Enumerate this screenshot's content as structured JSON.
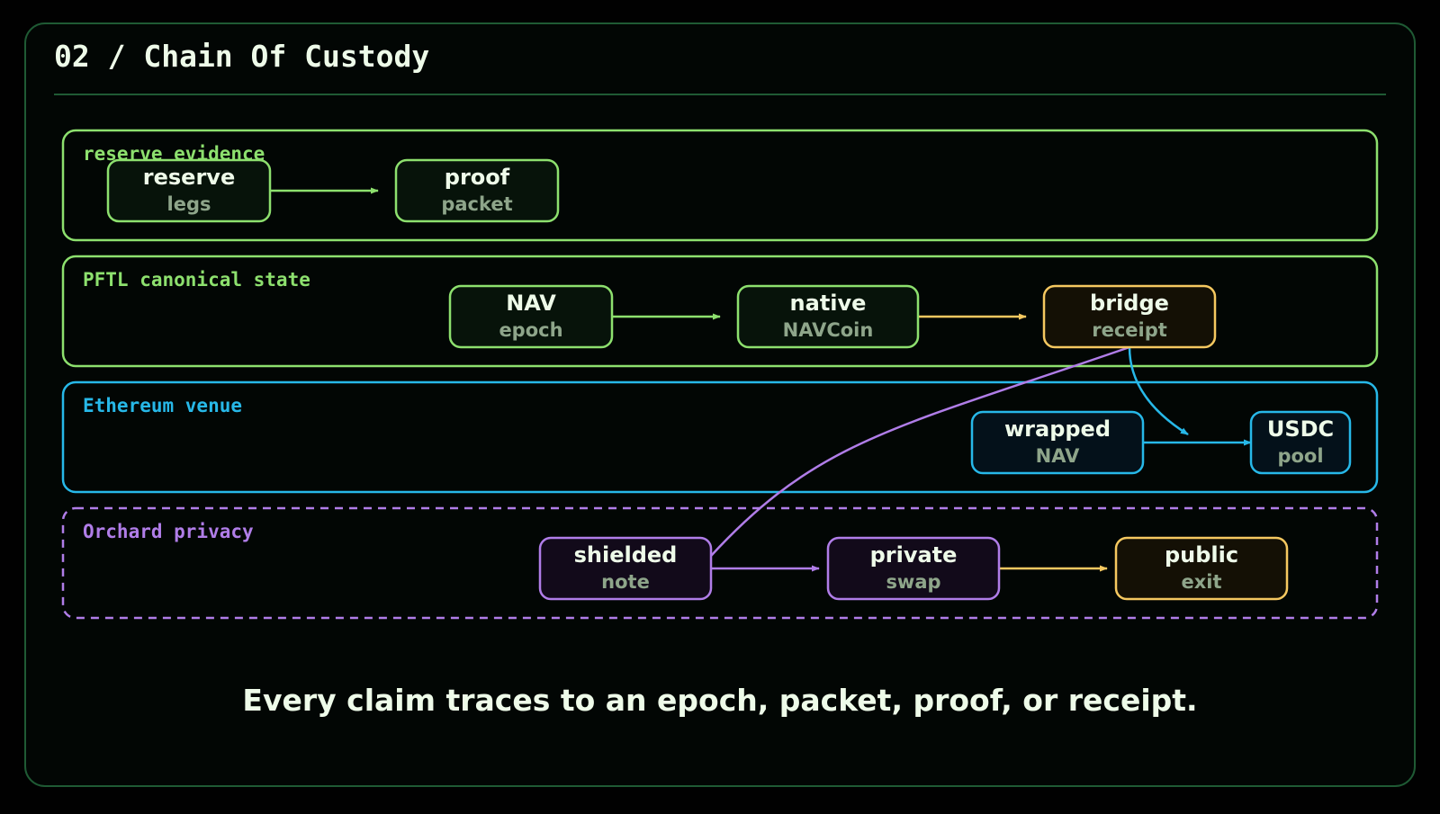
{
  "title": "02 / Chain Of Custody",
  "footer": "Every claim traces to an epoch, packet, proof, or receipt.",
  "colors": {
    "background": "#010101",
    "panel": "#020604",
    "panel_border": "#1f5a34",
    "title": "#eefbe9",
    "green": "#8de06e",
    "cyan": "#27b8e8",
    "purple": "#b07de8",
    "yellow": "#f5c860",
    "node_text": "#eefbe9",
    "node_subtext": "#8ea58a"
  },
  "lanes": [
    {
      "id": "reserve",
      "label": "reserve evidence",
      "color": "green",
      "dashed": false
    },
    {
      "id": "pftl",
      "label": "PFTL canonical state",
      "color": "green",
      "dashed": false
    },
    {
      "id": "ethereum",
      "label": "Ethereum venue",
      "color": "cyan",
      "dashed": false
    },
    {
      "id": "orchard",
      "label": "Orchard privacy",
      "color": "purple",
      "dashed": true
    }
  ],
  "nodes": [
    {
      "id": "reserve-legs",
      "title": "reserve",
      "subtitle": "legs",
      "lane": "reserve",
      "color": "green"
    },
    {
      "id": "proof-packet",
      "title": "proof",
      "subtitle": "packet",
      "lane": "reserve",
      "color": "green"
    },
    {
      "id": "nav-epoch",
      "title": "NAV",
      "subtitle": "epoch",
      "lane": "pftl",
      "color": "green"
    },
    {
      "id": "native-navcoin",
      "title": "native",
      "subtitle": "NAVCoin",
      "lane": "pftl",
      "color": "green"
    },
    {
      "id": "bridge-receipt",
      "title": "bridge",
      "subtitle": "receipt",
      "lane": "pftl",
      "color": "yellow"
    },
    {
      "id": "wrapped-nav",
      "title": "wrapped",
      "subtitle": "NAV",
      "lane": "ethereum",
      "color": "cyan"
    },
    {
      "id": "usdc-pool",
      "title": "USDC",
      "subtitle": "pool",
      "lane": "ethereum",
      "color": "cyan"
    },
    {
      "id": "shielded-note",
      "title": "shielded",
      "subtitle": "note",
      "lane": "orchard",
      "color": "purple"
    },
    {
      "id": "private-swap",
      "title": "private",
      "subtitle": "swap",
      "lane": "orchard",
      "color": "purple"
    },
    {
      "id": "public-exit",
      "title": "public",
      "subtitle": "exit",
      "lane": "orchard",
      "color": "yellow"
    }
  ],
  "edges": [
    {
      "from": "reserve-legs",
      "to": "proof-packet",
      "color": "green"
    },
    {
      "from": "nav-epoch",
      "to": "native-navcoin",
      "color": "green"
    },
    {
      "from": "native-navcoin",
      "to": "bridge-receipt",
      "color": "yellow"
    },
    {
      "from": "bridge-receipt",
      "to": "wrapped-nav",
      "color": "cyan"
    },
    {
      "from": "wrapped-nav",
      "to": "usdc-pool",
      "color": "cyan"
    },
    {
      "from": "bridge-receipt",
      "to": "shielded-note",
      "color": "purple"
    },
    {
      "from": "shielded-note",
      "to": "private-swap",
      "color": "purple"
    },
    {
      "from": "private-swap",
      "to": "public-exit",
      "color": "yellow"
    }
  ]
}
